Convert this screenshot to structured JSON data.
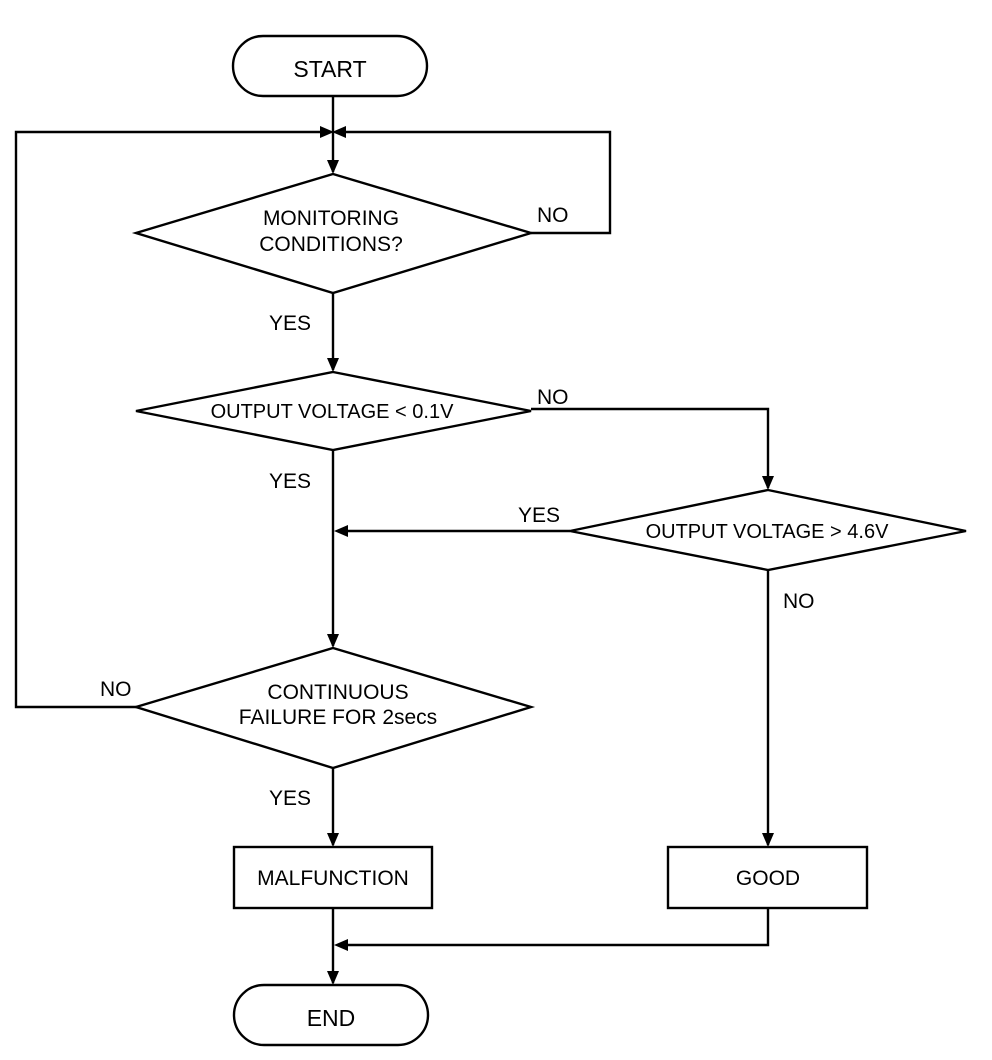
{
  "nodes": {
    "start": "START",
    "monitoring_line1": "MONITORING",
    "monitoring_line2": "CONDITIONS?",
    "output_low": "OUTPUT VOLTAGE < 0.1V",
    "output_high": "OUTPUT VOLTAGE > 4.6V",
    "continuous_line1": "CONTINUOUS",
    "continuous_line2": "FAILURE FOR 2secs",
    "malfunction": "MALFUNCTION",
    "good": "GOOD",
    "end": "END"
  },
  "edge_labels": {
    "monitoring_no": "NO",
    "monitoring_yes": "YES",
    "output_low_no": "NO",
    "output_low_yes": "YES",
    "output_high_yes": "YES",
    "output_high_no": "NO",
    "continuous_no": "NO",
    "continuous_yes": "YES"
  }
}
